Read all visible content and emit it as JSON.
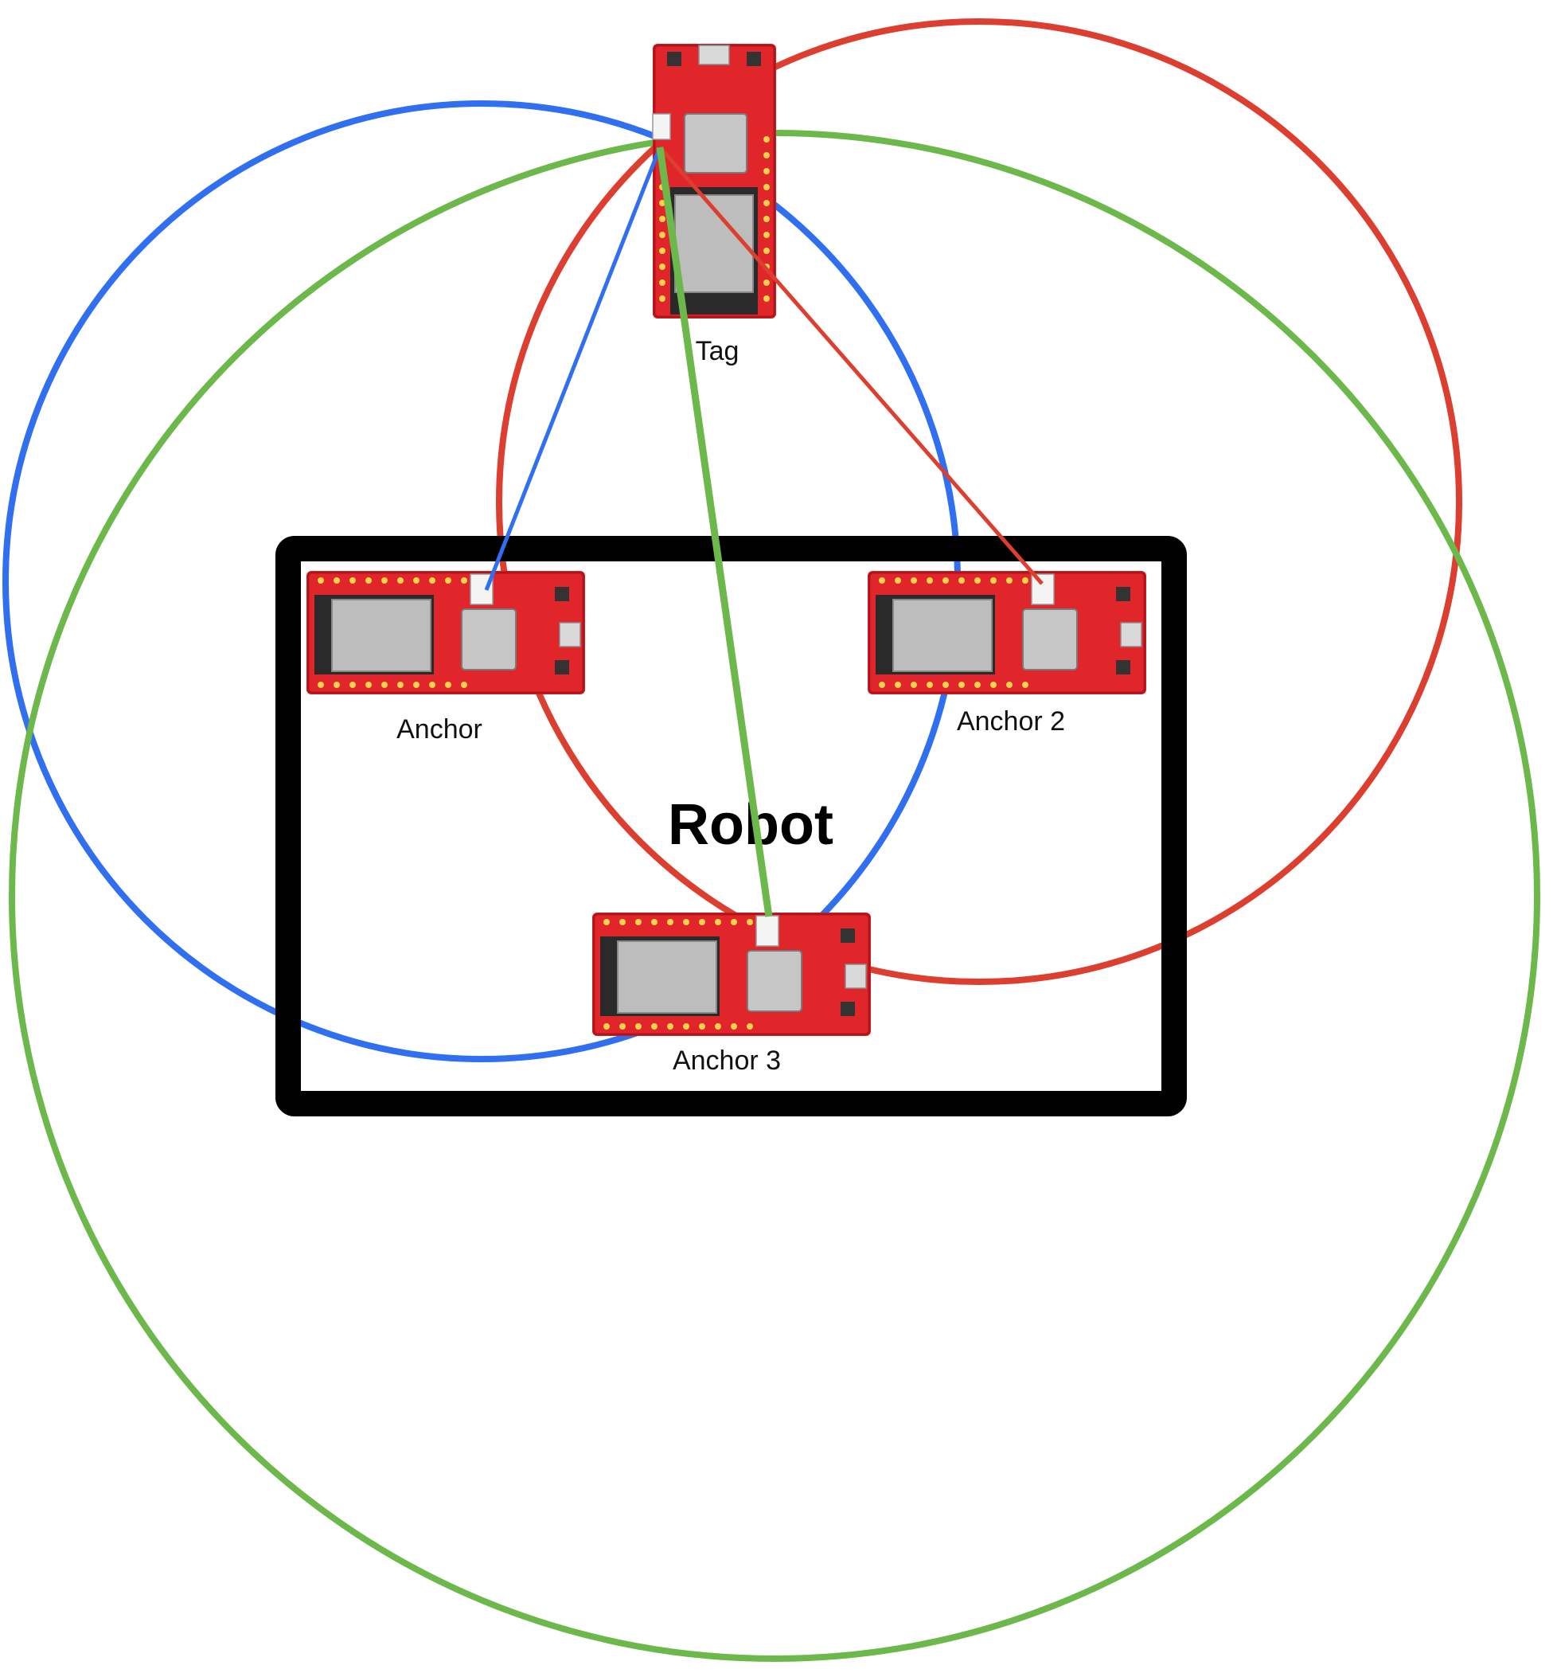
{
  "diagram": {
    "robot_label": "Robot",
    "tag_label": "Tag",
    "anchors": [
      {
        "id": "anchor-1",
        "label": "Anchor",
        "link_color": "blue"
      },
      {
        "id": "anchor-2",
        "label": "Anchor 2",
        "link_color": "red"
      },
      {
        "id": "anchor-3",
        "label": "Anchor 3",
        "link_color": "green"
      }
    ],
    "colors": {
      "blue": "#2f6ff0",
      "red": "#dc3f2f",
      "green": "#6cb84b",
      "board": "#e0262b",
      "board_dark": "#b3141a",
      "module": "#b8b8b8",
      "robot_border": "#000000"
    }
  }
}
